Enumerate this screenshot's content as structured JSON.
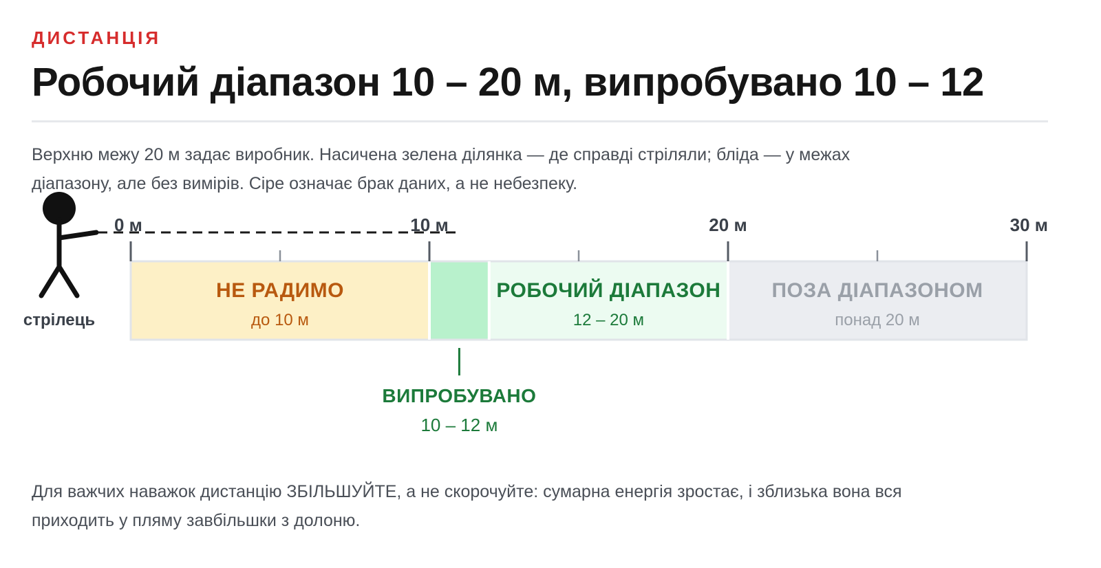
{
  "kicker": "ДИСТАНЦІЯ",
  "title": "Робочий діапазон 10 – 20 м, випробувано 10 – 12",
  "intro": "Верхню межу 20 м задає виробник. Насичена зелена ділянка — де справді стріляли; бліда — у межах діапазону, але без вимірів. Сіре означає брак даних, а не небезпеку.",
  "diagram": {
    "shooter_label": "стрілець",
    "scale_min_m": 0,
    "scale_max_m": 30,
    "major_ticks": [
      {
        "value": 0,
        "label": "0 м"
      },
      {
        "value": 10,
        "label": "10 м"
      },
      {
        "value": 20,
        "label": "20 м"
      },
      {
        "value": 30,
        "label": "30 м"
      }
    ],
    "minor_ticks": [
      5,
      15,
      25
    ],
    "aim_line_to_m": 11,
    "zones": [
      {
        "id": "not-recommended",
        "from": 0,
        "to": 10,
        "title": "НЕ РАДИМО",
        "subtitle": "до 10 м",
        "fill": "#fdf0c6",
        "title_color": "#b8590f",
        "subtitle_color": "#b8590f"
      },
      {
        "id": "tested",
        "from": 10,
        "to": 12,
        "title": "",
        "subtitle": "",
        "fill": "#b8f1cc",
        "title_color": "#1c7a3a",
        "subtitle_color": "#1c7a3a"
      },
      {
        "id": "working-range",
        "from": 12,
        "to": 20,
        "title": "РОБОЧИЙ ДІАПАЗОН",
        "subtitle": "12 – 20 м",
        "fill": "#ecfbf1",
        "title_color": "#1c7a3a",
        "subtitle_color": "#1c7a3a"
      },
      {
        "id": "out-of-range",
        "from": 20,
        "to": 30,
        "title": "ПОЗА ДІАПАЗОНОМ",
        "subtitle": "понад 20 м",
        "fill": "#ebedf1",
        "title_color": "#9aa0a8",
        "subtitle_color": "#9aa0a8"
      }
    ],
    "tested": {
      "from": 10,
      "to": 12,
      "title": "ВИПРОБУВАНО",
      "subtitle": "10 – 12 м"
    }
  },
  "footer": "Для важчих наважок дистанцію ЗБІЛЬШУЙТЕ, а не скорочуйте: сумарна енергія зростає, і зблизька вона вся приходить у пляму завбільшки з долоню."
}
